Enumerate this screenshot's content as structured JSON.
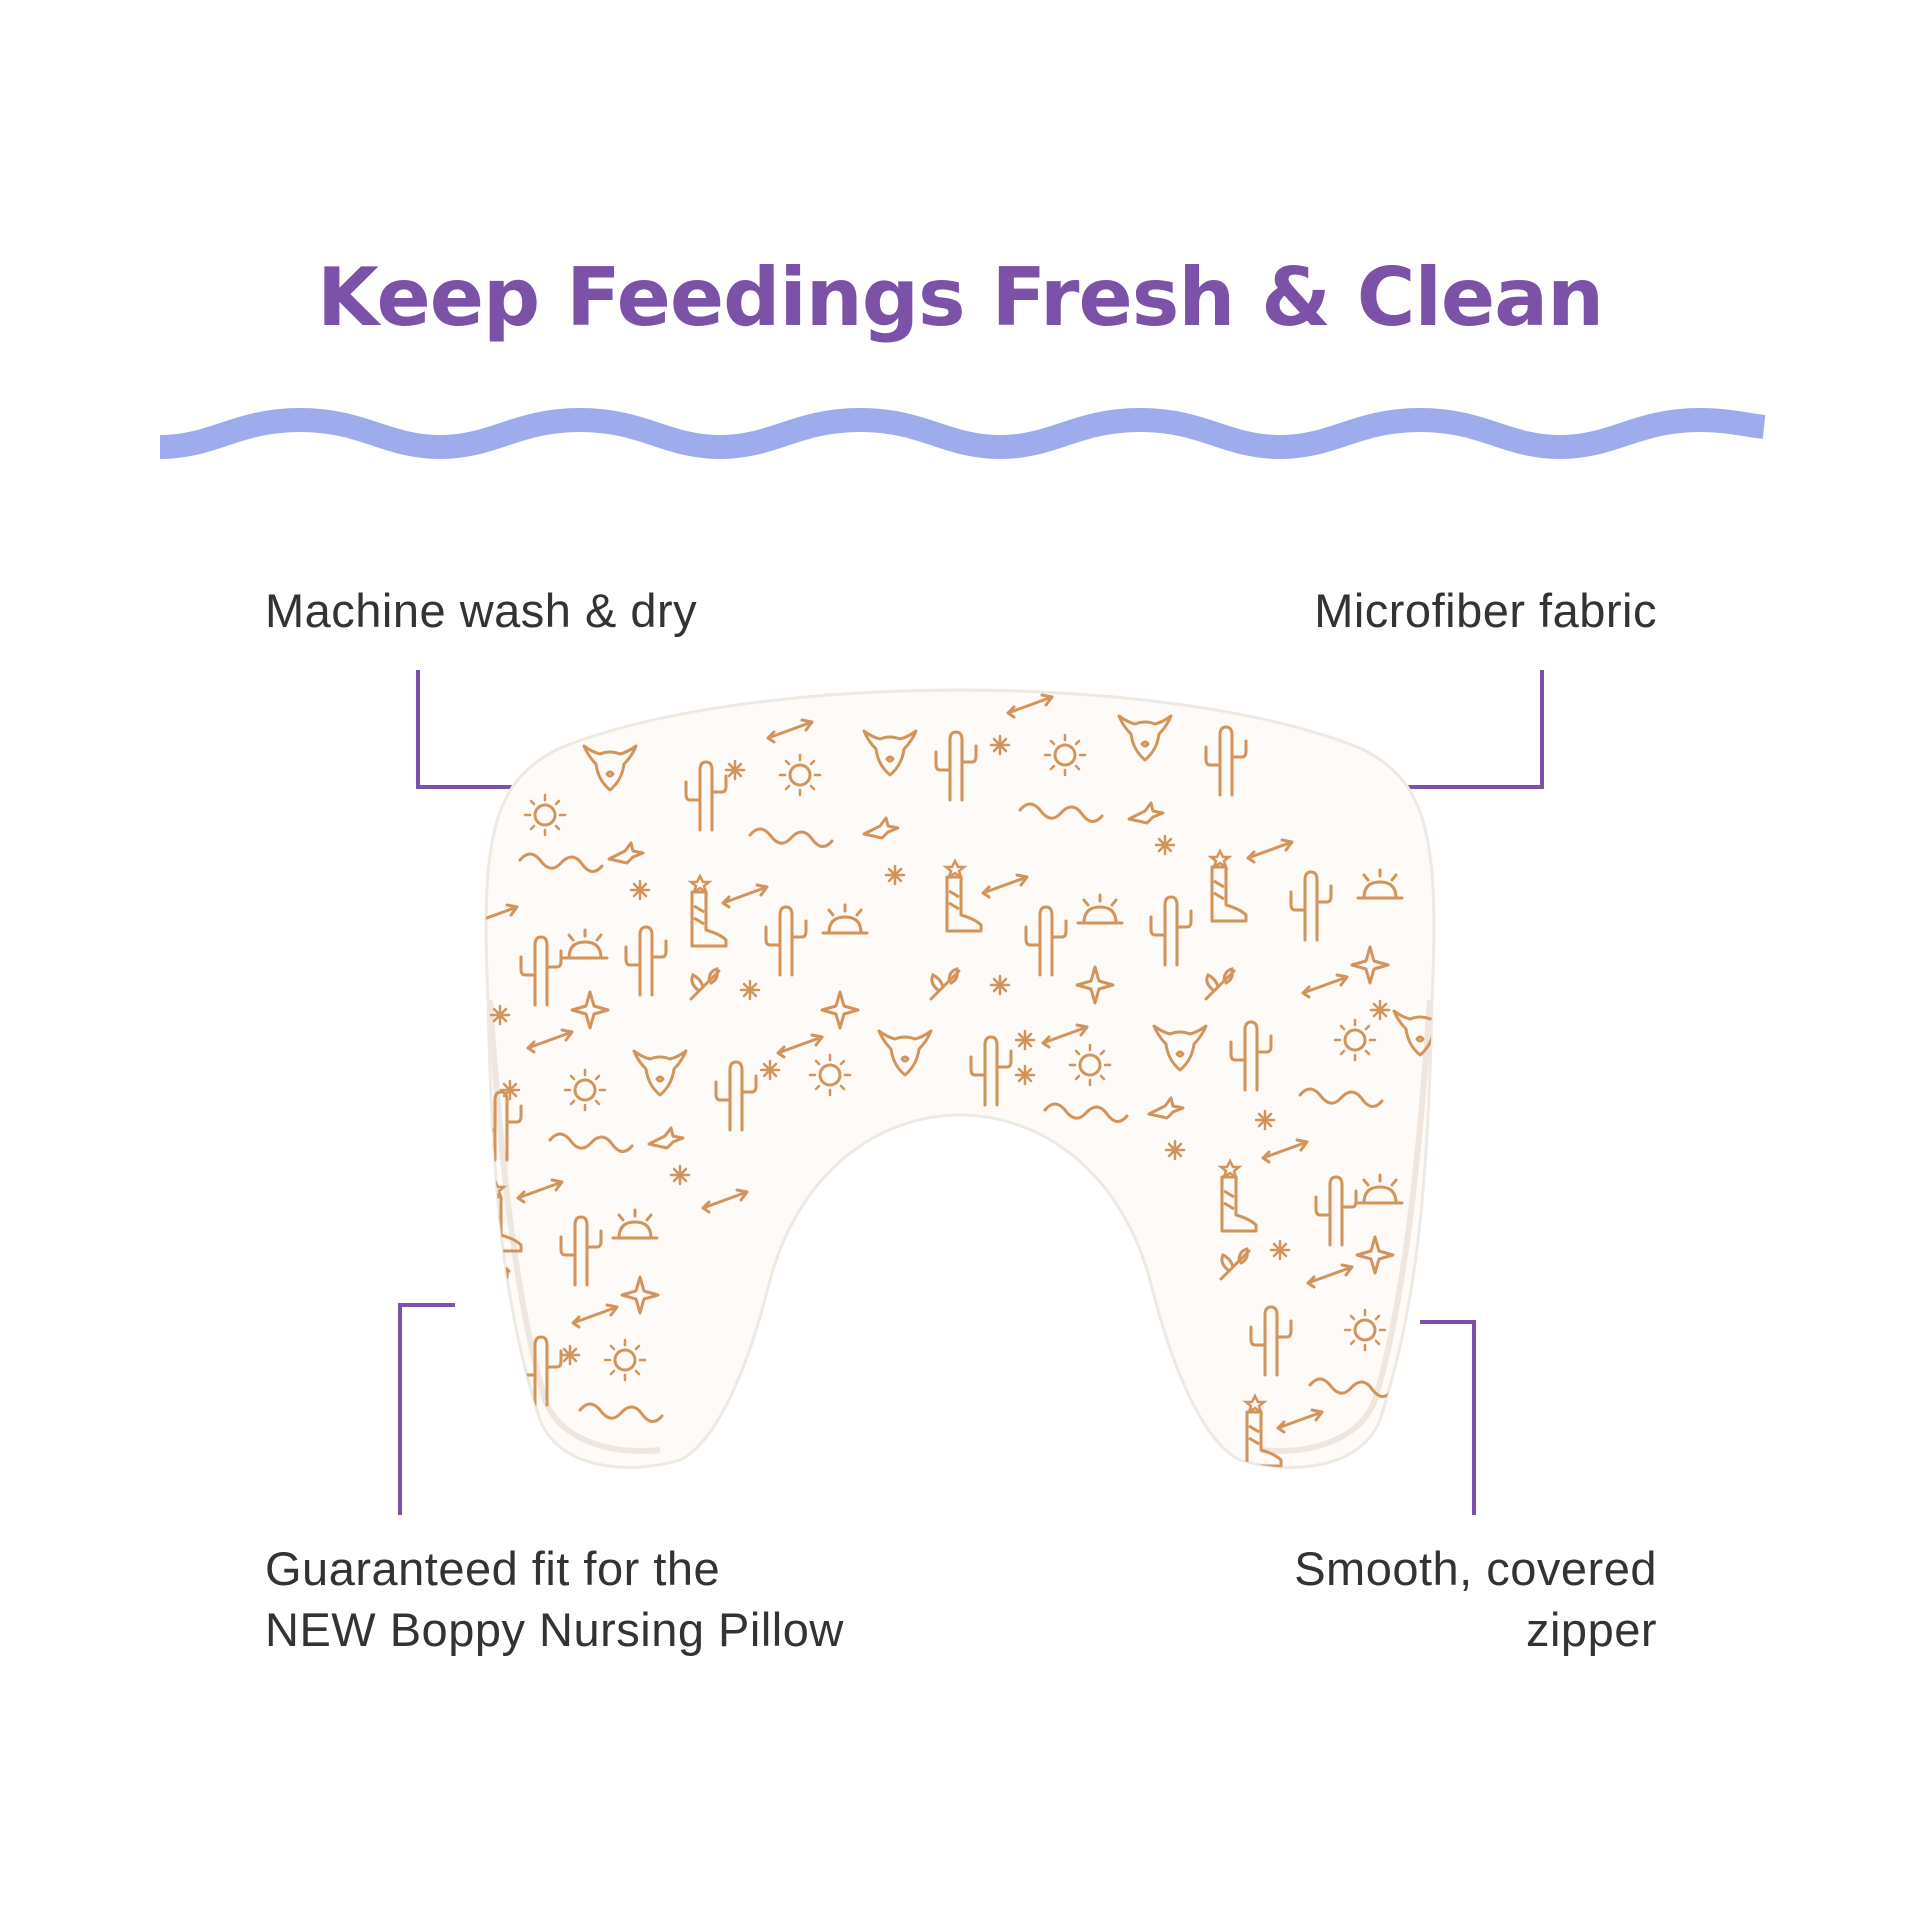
{
  "title": "Keep Feedings Fresh & Clean",
  "features": {
    "top_left": "Machine wash & dry",
    "top_right": "Microfiber fabric",
    "bottom_left": "Guaranteed fit for the\nNEW Boppy Nursing Pillow",
    "bottom_right": "Smooth, covered\nzipper"
  },
  "colors": {
    "title": "#7b52a8",
    "wave": "#9eabec",
    "callout_line": "#7b52a8",
    "pattern": "#d2945a",
    "pillow": "#fdfaf8"
  },
  "pattern_icons": [
    "cow-skull-icon",
    "cactus-icon",
    "snake-icon",
    "sun-icon",
    "arrow-icon",
    "boot-icon",
    "star-icon",
    "sparkle-icon",
    "bird-icon",
    "pepper-icon",
    "leaf-icon"
  ]
}
